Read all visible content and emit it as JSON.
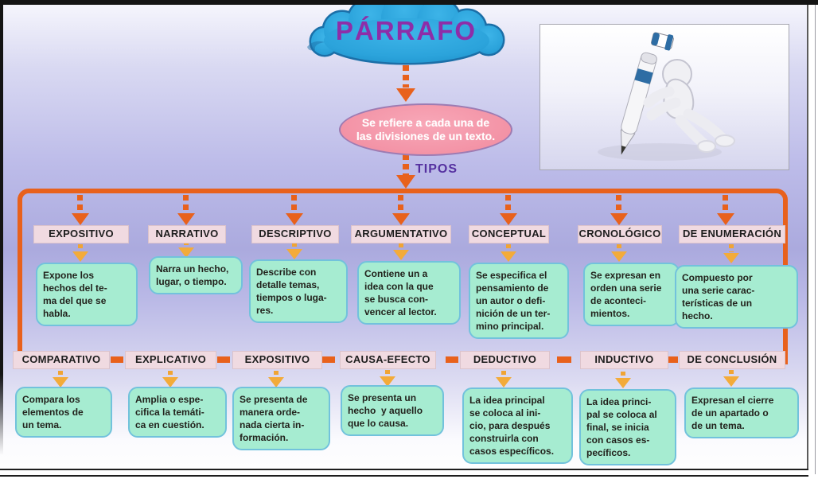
{
  "diagram": {
    "title": "PÁRRAFO",
    "definition": "Se refiere a cada una de\nlas divisiones de un texto.",
    "branch_label": "TIPOS",
    "row1": [
      {
        "label": "EXPOSITIVO",
        "desc": "Expone los\nhechos del te-\nma del que se\nhabla."
      },
      {
        "label": "NARRATIVO",
        "desc": "Narra un hecho,\nlugar, o tiempo."
      },
      {
        "label": "DESCRIPTIVO",
        "desc": "Describe con\ndetalle temas,\ntiempos o luga-\nres."
      },
      {
        "label": "ARGUMENTATIVO",
        "desc": "Contiene un a\nidea con la que\nse busca con-\nvencer al lector."
      },
      {
        "label": "CONCEPTUAL",
        "desc": "Se especifica el\npensamiento de\nun autor o defi-\nnición de un ter-\nmino principal."
      },
      {
        "label": "CRONOLÓGICO",
        "desc": "Se expresan en\norden una serie\nde aconteci-\nmientos."
      },
      {
        "label": "DE ENUMERACIÓN",
        "desc": "Compuesto por\nuna serie carac-\nterísticas de un\nhecho."
      }
    ],
    "row2": [
      {
        "label": "COMPARATIVO",
        "desc": "Compara los\nelementos de\nun tema."
      },
      {
        "label": "EXPLICATIVO",
        "desc": "Amplia o espe-\ncifica la temáti-\nca en cuestión."
      },
      {
        "label": "EXPOSITIVO",
        "desc": "Se presenta de\nmanera orde-\nnada cierta in-\nformación."
      },
      {
        "label": "CAUSA-EFECTO",
        "desc": "Se presenta un\nhecho  y aquello\nque lo causa."
      },
      {
        "label": "DEDUCTIVO",
        "desc": "La idea principal\nse coloca al ini-\ncio, para después\nconstruirla con\ncasos específicos."
      },
      {
        "label": "INDUCTIVO",
        "desc": "La idea princi-\npal se coloca al\nfinal, se inicia\ncon casos es-\npecíficos."
      },
      {
        "label": "DE CONCLUSIÓN",
        "desc": "Expresan el cierre\nde un apartado o\nde un tema."
      }
    ],
    "colors": {
      "accent_orange": "#E8611C",
      "arrow_yellow": "#F3AB3A",
      "cloud_blue": "#2BA3DB",
      "cloud_border": "#1B6FA8",
      "title_purple": "#8E2DA8",
      "tipos_purple": "#5530A0",
      "ellipse_pink": "#F393A6",
      "type_label_bg": "#F0DAE1",
      "desc_box_bg": "#A6ECD1",
      "desc_box_border": "#72C2DC"
    }
  }
}
